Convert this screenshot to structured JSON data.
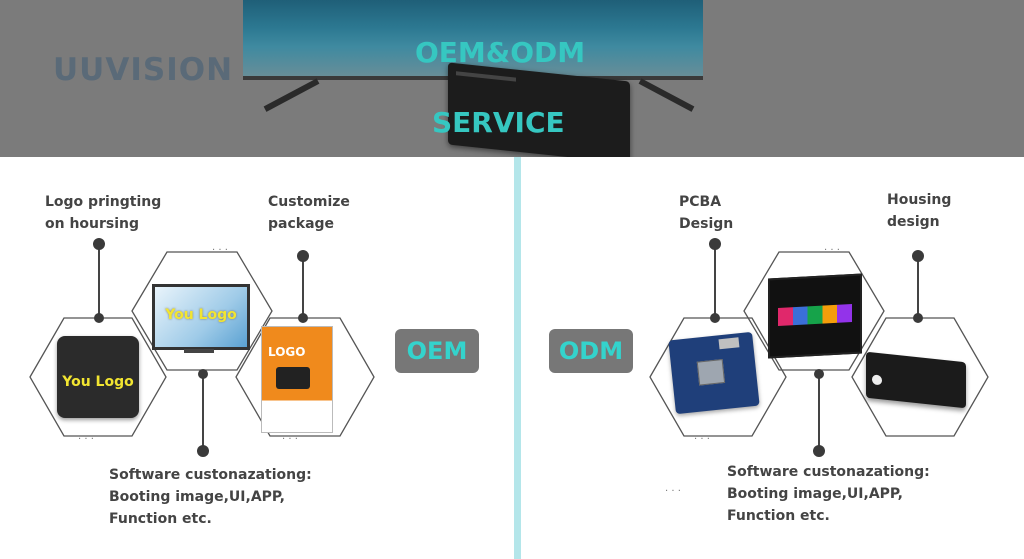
{
  "banner": {
    "brand": "UUVISION",
    "title_line1": "OEM&ODM",
    "title_line2": "SERVICE"
  },
  "oem": {
    "badge": "OEM",
    "logo_printing": [
      "Logo pringting",
      "on hoursing"
    ],
    "customize_package": [
      "Customize",
      "package"
    ],
    "software": [
      "Software custonazationg:",
      "Booting image,UI,APP,",
      "Function etc."
    ],
    "box_logo_text": "You Logo",
    "tv_logo_text": "You Logo",
    "package_logo_text": "LOGO"
  },
  "odm": {
    "badge": "ODM",
    "pcba": [
      "PCBA",
      "Design"
    ],
    "housing": [
      "Housing",
      "design"
    ],
    "software": [
      "Software custonazationg:",
      "Booting image,UI,APP,",
      "Function etc."
    ]
  },
  "colors": {
    "accent": "#36c7c1",
    "divider": "#b4e6ea",
    "badge_bg": "#777777",
    "logo_yellow": "#f2e531"
  }
}
